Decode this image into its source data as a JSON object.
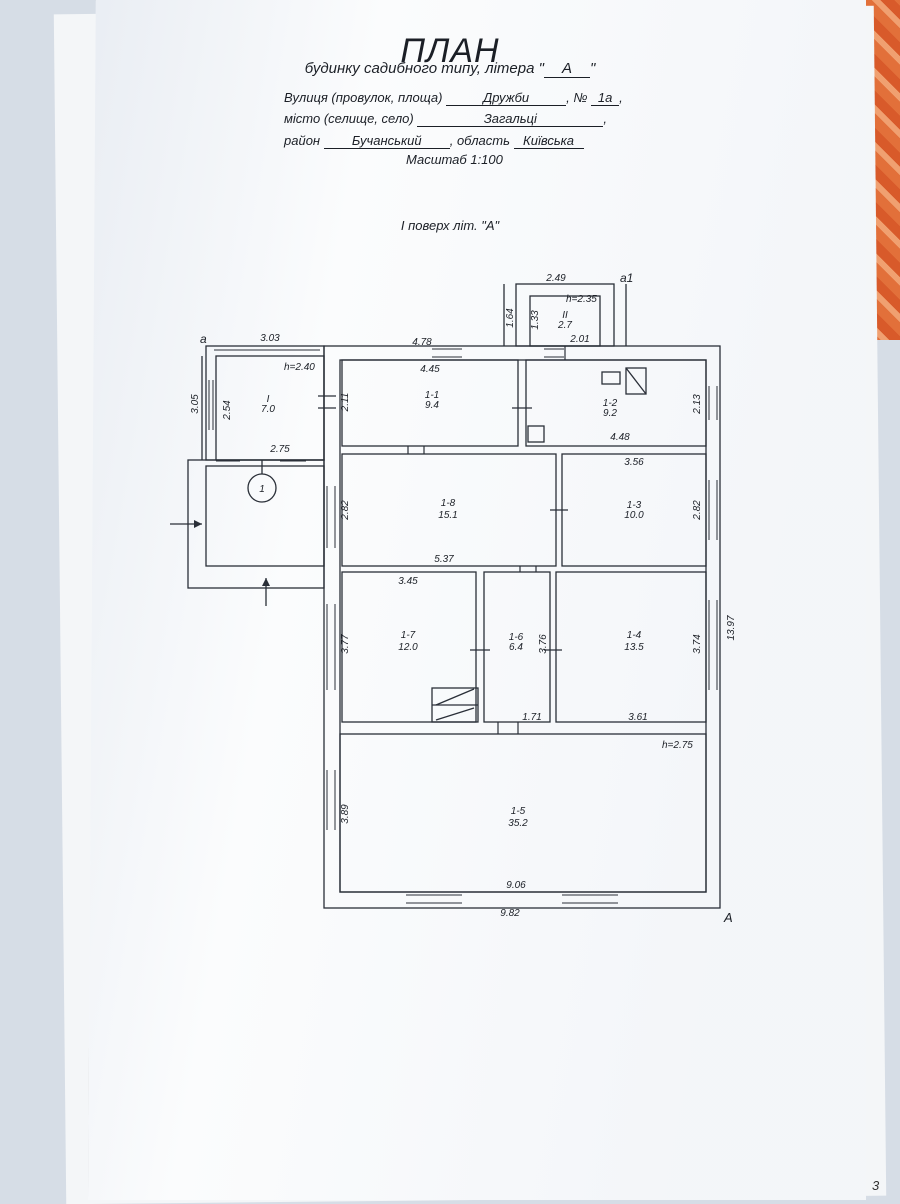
{
  "title": "ПЛАН",
  "subtitle": {
    "prefix": "будинку садибного типу, літера \"",
    "litera": "А",
    "suffix": "\""
  },
  "address": {
    "street_label": "Вулиця (провулок, площа)",
    "street_value": "Дружби",
    "number_label": "№",
    "number_value": "1а",
    "city_label": "місто (селище, село)",
    "city_value": "Загальці",
    "district_label": "район",
    "district_value": "Бучанський",
    "region_label": "область",
    "region_value": "Київська"
  },
  "scale": "Масштаб  1:100",
  "floor_label": "І поверх літ. \"А\"",
  "plan": {
    "markers": {
      "a": "а",
      "a1": "а1",
      "A": "А"
    },
    "heights": {
      "veranda": "h=2.40",
      "annex": "h=2.35",
      "main": "h=2.75"
    },
    "rooms": [
      {
        "id": "I",
        "area": "7.0"
      },
      {
        "id": "II",
        "area": "2.7"
      },
      {
        "id": "1-1",
        "area": "9.4"
      },
      {
        "id": "1-2",
        "area": "9.2"
      },
      {
        "id": "1-8",
        "area": "15.1"
      },
      {
        "id": "1-3",
        "area": "10.0"
      },
      {
        "id": "1-7",
        "area": "12.0"
      },
      {
        "id": "1-6",
        "area": "6.4"
      },
      {
        "id": "1-4",
        "area": "13.5"
      },
      {
        "id": "1-5",
        "area": "35.2"
      }
    ],
    "dimensions": {
      "d303": "3.03",
      "d478": "4.78",
      "d249": "2.49",
      "d164": "1.64",
      "d133": "1.33",
      "d201": "2.01",
      "d445": "4.45",
      "d305": "3.05",
      "d254": "2.54",
      "d211": "2.11",
      "d213": "2.13",
      "d448": "4.48",
      "d275": "2.75",
      "d356": "3.56",
      "d282a": "2.82",
      "d282b": "2.82",
      "d537": "5.37",
      "d345": "3.45",
      "d1397": "13.97",
      "d377": "3.77",
      "d376": "3.76",
      "d374": "3.74",
      "d171": "1.71",
      "d361": "3.61",
      "d389": "3.89",
      "d906": "9.06",
      "d982": "9.82"
    },
    "circle_label": "1"
  },
  "page_number": "3"
}
